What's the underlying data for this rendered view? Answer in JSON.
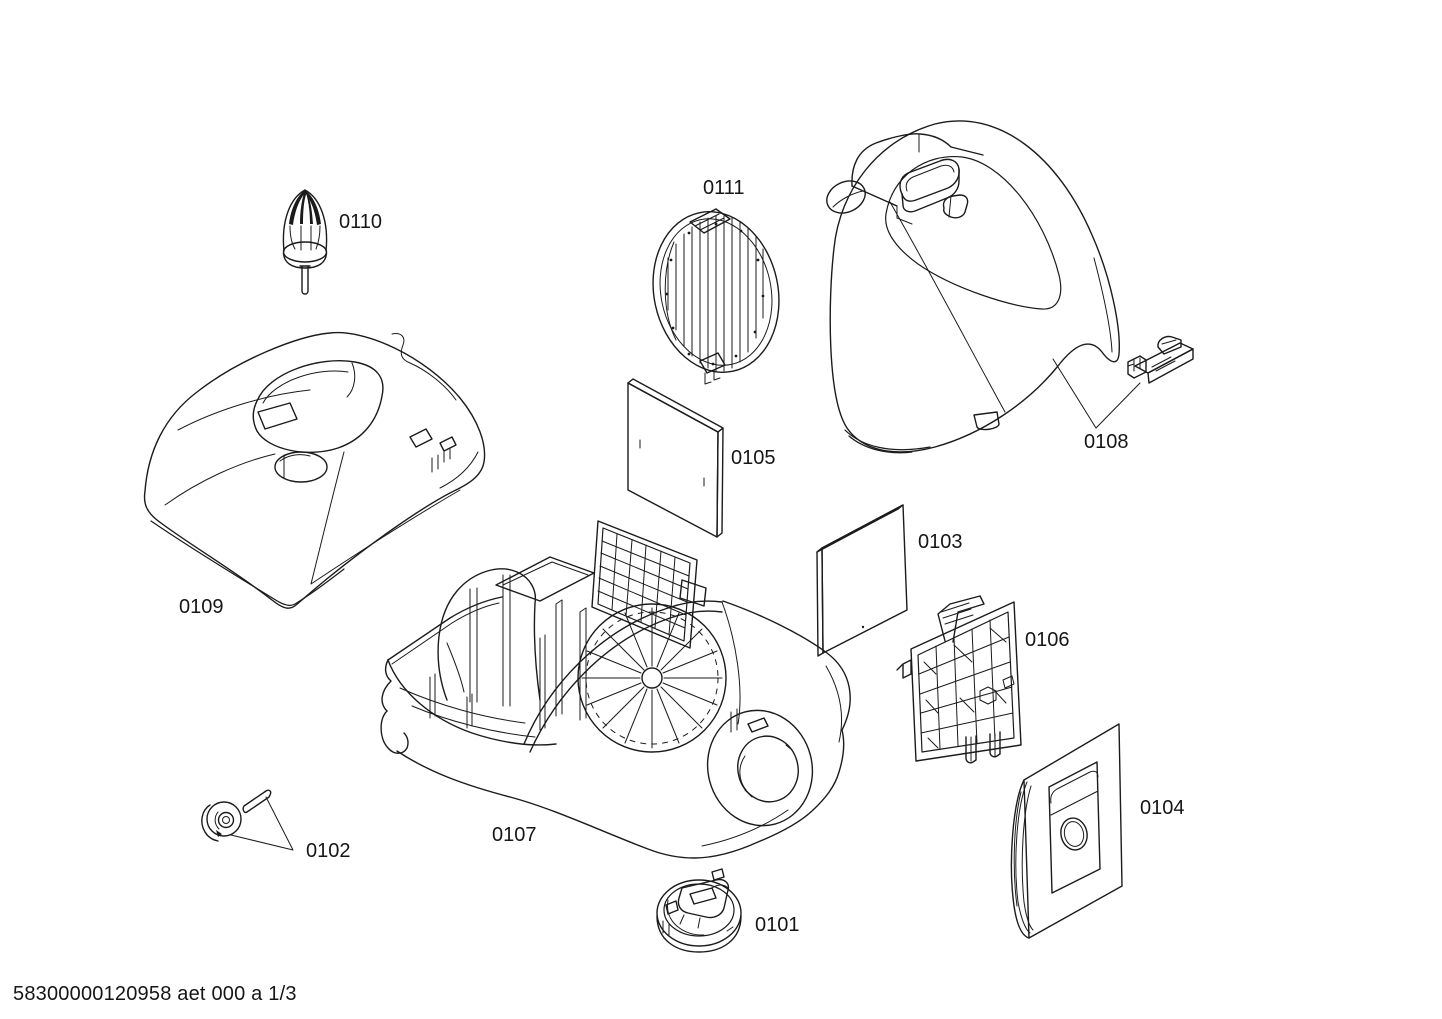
{
  "page": {
    "background": "#ffffff",
    "line_color": "#1b1b1b"
  },
  "footer": {
    "doc_code": "58300000120958 aet 000 a 1/3"
  },
  "diagram": {
    "type": "exploded-parts-diagram",
    "parts": {
      "p0101": {
        "label": "0101"
      },
      "p0102": {
        "label": "0102"
      },
      "p0103": {
        "label": "0103"
      },
      "p0104": {
        "label": "0104"
      },
      "p0105": {
        "label": "0105"
      },
      "p0106": {
        "label": "0106"
      },
      "p0107": {
        "label": "0107"
      },
      "p0108": {
        "label": "0108"
      },
      "p0109": {
        "label": "0109"
      },
      "p0110": {
        "label": "0110"
      },
      "p0111": {
        "label": "0111"
      }
    }
  }
}
